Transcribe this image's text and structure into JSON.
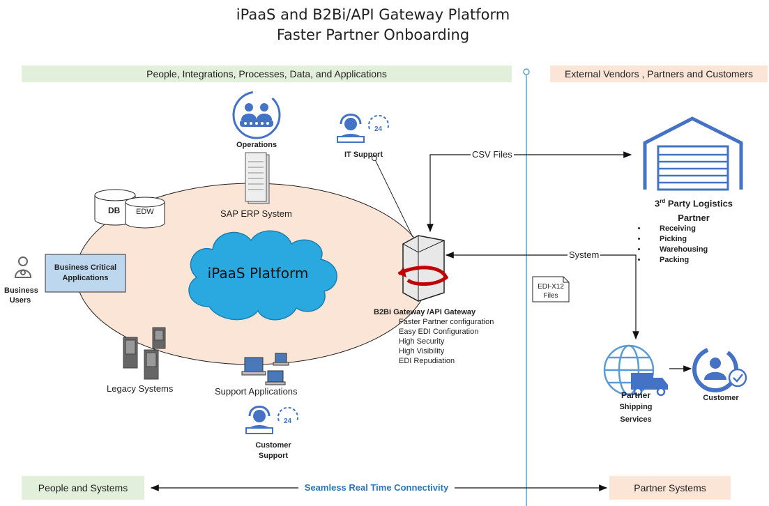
{
  "title": {
    "line1": "iPaaS and B2Bi/API Gateway Platform",
    "line2": "Faster Partner Onboarding"
  },
  "bands": {
    "internal": "People, Integrations, Processes, Data,  and Applications",
    "external": "External Vendors , Partners and Customers",
    "people_systems": "People and Systems",
    "partner_systems": "Partner Systems"
  },
  "connectivity": "Seamless Real Time Connectivity",
  "nodes": {
    "operations": "Operations",
    "it_support": "IT Support",
    "sap": "SAP ERP System",
    "db": "DB",
    "edw": "EDW",
    "bca": "Business Critical Applications",
    "business_users": "Business Users",
    "ipaas": "iPaaS Platform",
    "legacy": "Legacy Systems",
    "support_apps": "Support Applications",
    "customer_support": "Customer Support",
    "gateway": "B2Bi Gateway /API Gateway",
    "edi_files": "EDI-X12 Files",
    "logistics_sup": "rd",
    "logistics_pre": "3",
    "logistics_title": "Party Logistics",
    "logistics_sub": "Partner",
    "shipping_title": "Partner",
    "shipping_sub1": "Shipping",
    "shipping_sub2": "Services",
    "customer": "Customer"
  },
  "gateway_features": [
    "Faster Partner configuration",
    "Easy EDI Configuration",
    "High Security",
    "High Visibility",
    "EDI Repudiation"
  ],
  "logistics_items": [
    "Receiving",
    "Picking",
    "Warehousing",
    "Packing"
  ],
  "flows": {
    "csv": "CSV Files",
    "system": "System"
  },
  "colors": {
    "accent_blue": "#4472c4",
    "cloud": "#29a9e0",
    "ellipse": "#fbe5d6",
    "band_green": "#e2efda",
    "band_peach": "#fbe5d6",
    "bca_box": "#bdd7ee",
    "divider": "#5ba3c9",
    "connectivity_text": "#2e75b6"
  }
}
